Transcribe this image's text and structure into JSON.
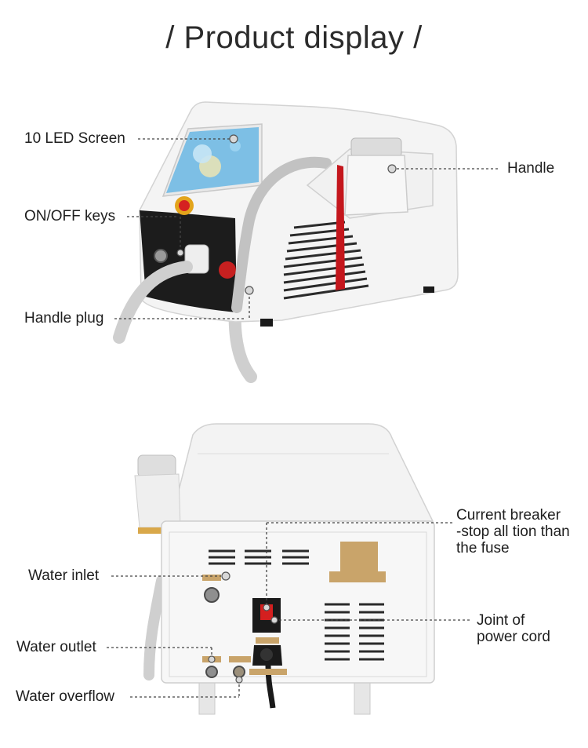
{
  "title": "/ Product display /",
  "labels": {
    "led_screen": "10 LED Screen",
    "on_off_keys": "ON/OFF keys",
    "handle_plug": "Handle plug",
    "handle": "Handle",
    "water_inlet": "Water inlet",
    "water_outlet": "Water outlet",
    "water_overflow": "Water overflow",
    "breaker_line1": "Current breaker",
    "breaker_line2": "-stop all tion than",
    "breaker_line3": "the fuse",
    "power_line1": "Joint of",
    "power_line2": "power cord"
  },
  "colors": {
    "body": "#f4f4f4",
    "outline": "#d0d0d0",
    "dark": "#1c1c1c",
    "screen": "#6fb6df",
    "strap": "#c4161c",
    "leader": "#444444"
  }
}
